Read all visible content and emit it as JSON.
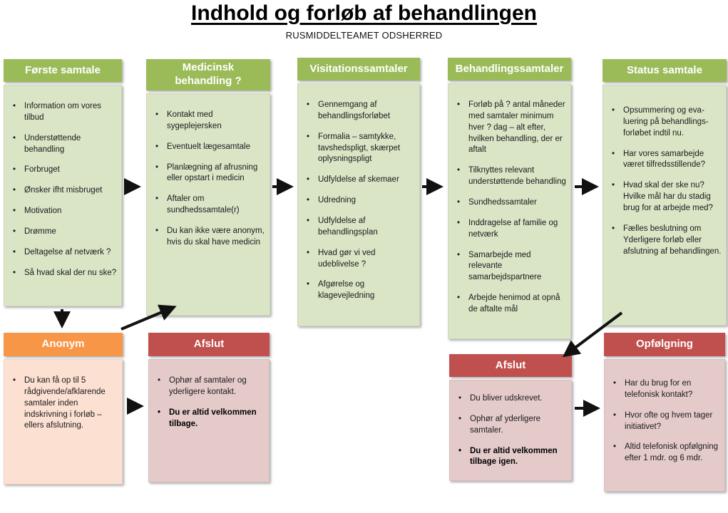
{
  "page": {
    "title": "Indhold og forløb af behandlingen",
    "subtitle": "RUSMIDDELTEAMET ODSHERRED"
  },
  "colors": {
    "green_header": "#9BBB59",
    "green_body": "#DAE5C6",
    "orange_header": "#F79646",
    "orange_body": "#FCE0D2",
    "red_header": "#C0504D",
    "red_body": "#E5CACA",
    "arrow": "#111111"
  },
  "boxes": {
    "forste": {
      "title": "Første samtale",
      "items": [
        "Information om vores tilbud",
        "Understøttende behandling",
        "Forbruget",
        "Ønsker ifht misbruget",
        "Motivation",
        "Drømme",
        "Deltagelse af netværk ?",
        "Så hvad skal der nu ske?"
      ]
    },
    "medicinsk": {
      "title": "Medicinsk behandling ?",
      "items": [
        "Kontakt med sygeplejersken",
        "Eventuelt lægesamtale",
        "Planlægning af afrusning eller opstart i medicin",
        "Aftaler om sundhedssamtale(r)",
        "Du kan ikke være anonym, hvis du skal have medicin"
      ]
    },
    "visitation": {
      "title": "Visitationssamtaler",
      "items": [
        "Gennemgang af behandlingsforløbet",
        "Formalia – samtykke, tavshedspligt, skærpet oplysningspligt",
        "Udfyldelse af skemaer",
        "Udredning",
        "Udfyldelse af behandlingsplan",
        "Hvad gør vi ved udeblivelse ?",
        "Afgørelse og klagevejledning"
      ]
    },
    "behandling": {
      "title": "Behandlingssamtaler",
      "items": [
        "Forløb på ? antal måneder med samtaler minimum hver ? dag – alt efter, hvilken behandling, der er aftalt",
        "Tilknyttes relevant understøttende behandling",
        "Sundhedssamtaler",
        "Inddragelse af familie og netværk",
        "Samarbejde med relevante samarbejdspartnere",
        "Arbejde henimod at opnå de aftalte mål"
      ]
    },
    "status": {
      "title": "Status samtale",
      "items": [
        "Opsummering og eva-luering på behandlings-forløbet indtil nu.",
        "Har vores samarbejde været tilfredsstillende?",
        "Hvad skal der ske nu? Hvilke mål har du stadig brug for at arbejde med?",
        "Fælles beslutning om Yderligere forløb eller afslutning af behandlingen."
      ]
    },
    "anonym": {
      "title": "Anonym",
      "items": [
        "Du kan få op til 5 rådgivende/afklarende samtaler inden indskrivning i forløb – ellers afslutning."
      ]
    },
    "afslut_medicinsk": {
      "title": "Afslut",
      "items": [
        "Ophør af samtaler og yderligere kontakt.",
        "Du er altid velkommen tilbage."
      ]
    },
    "afslut_behandling": {
      "title": "Afslut",
      "items": [
        "Du bliver udskrevet.",
        "Ophør af yderligere samtaler.",
        "Du er altid velkommen tilbage igen."
      ]
    },
    "opfolgning": {
      "title": "Opfølgning",
      "items": [
        "Har du brug for en telefonisk kontakt?",
        "Hvor ofte og hvem tager initiativet?",
        "Altid telefonisk opfølgning efter 1 mdr. og 6 mdr."
      ]
    }
  }
}
